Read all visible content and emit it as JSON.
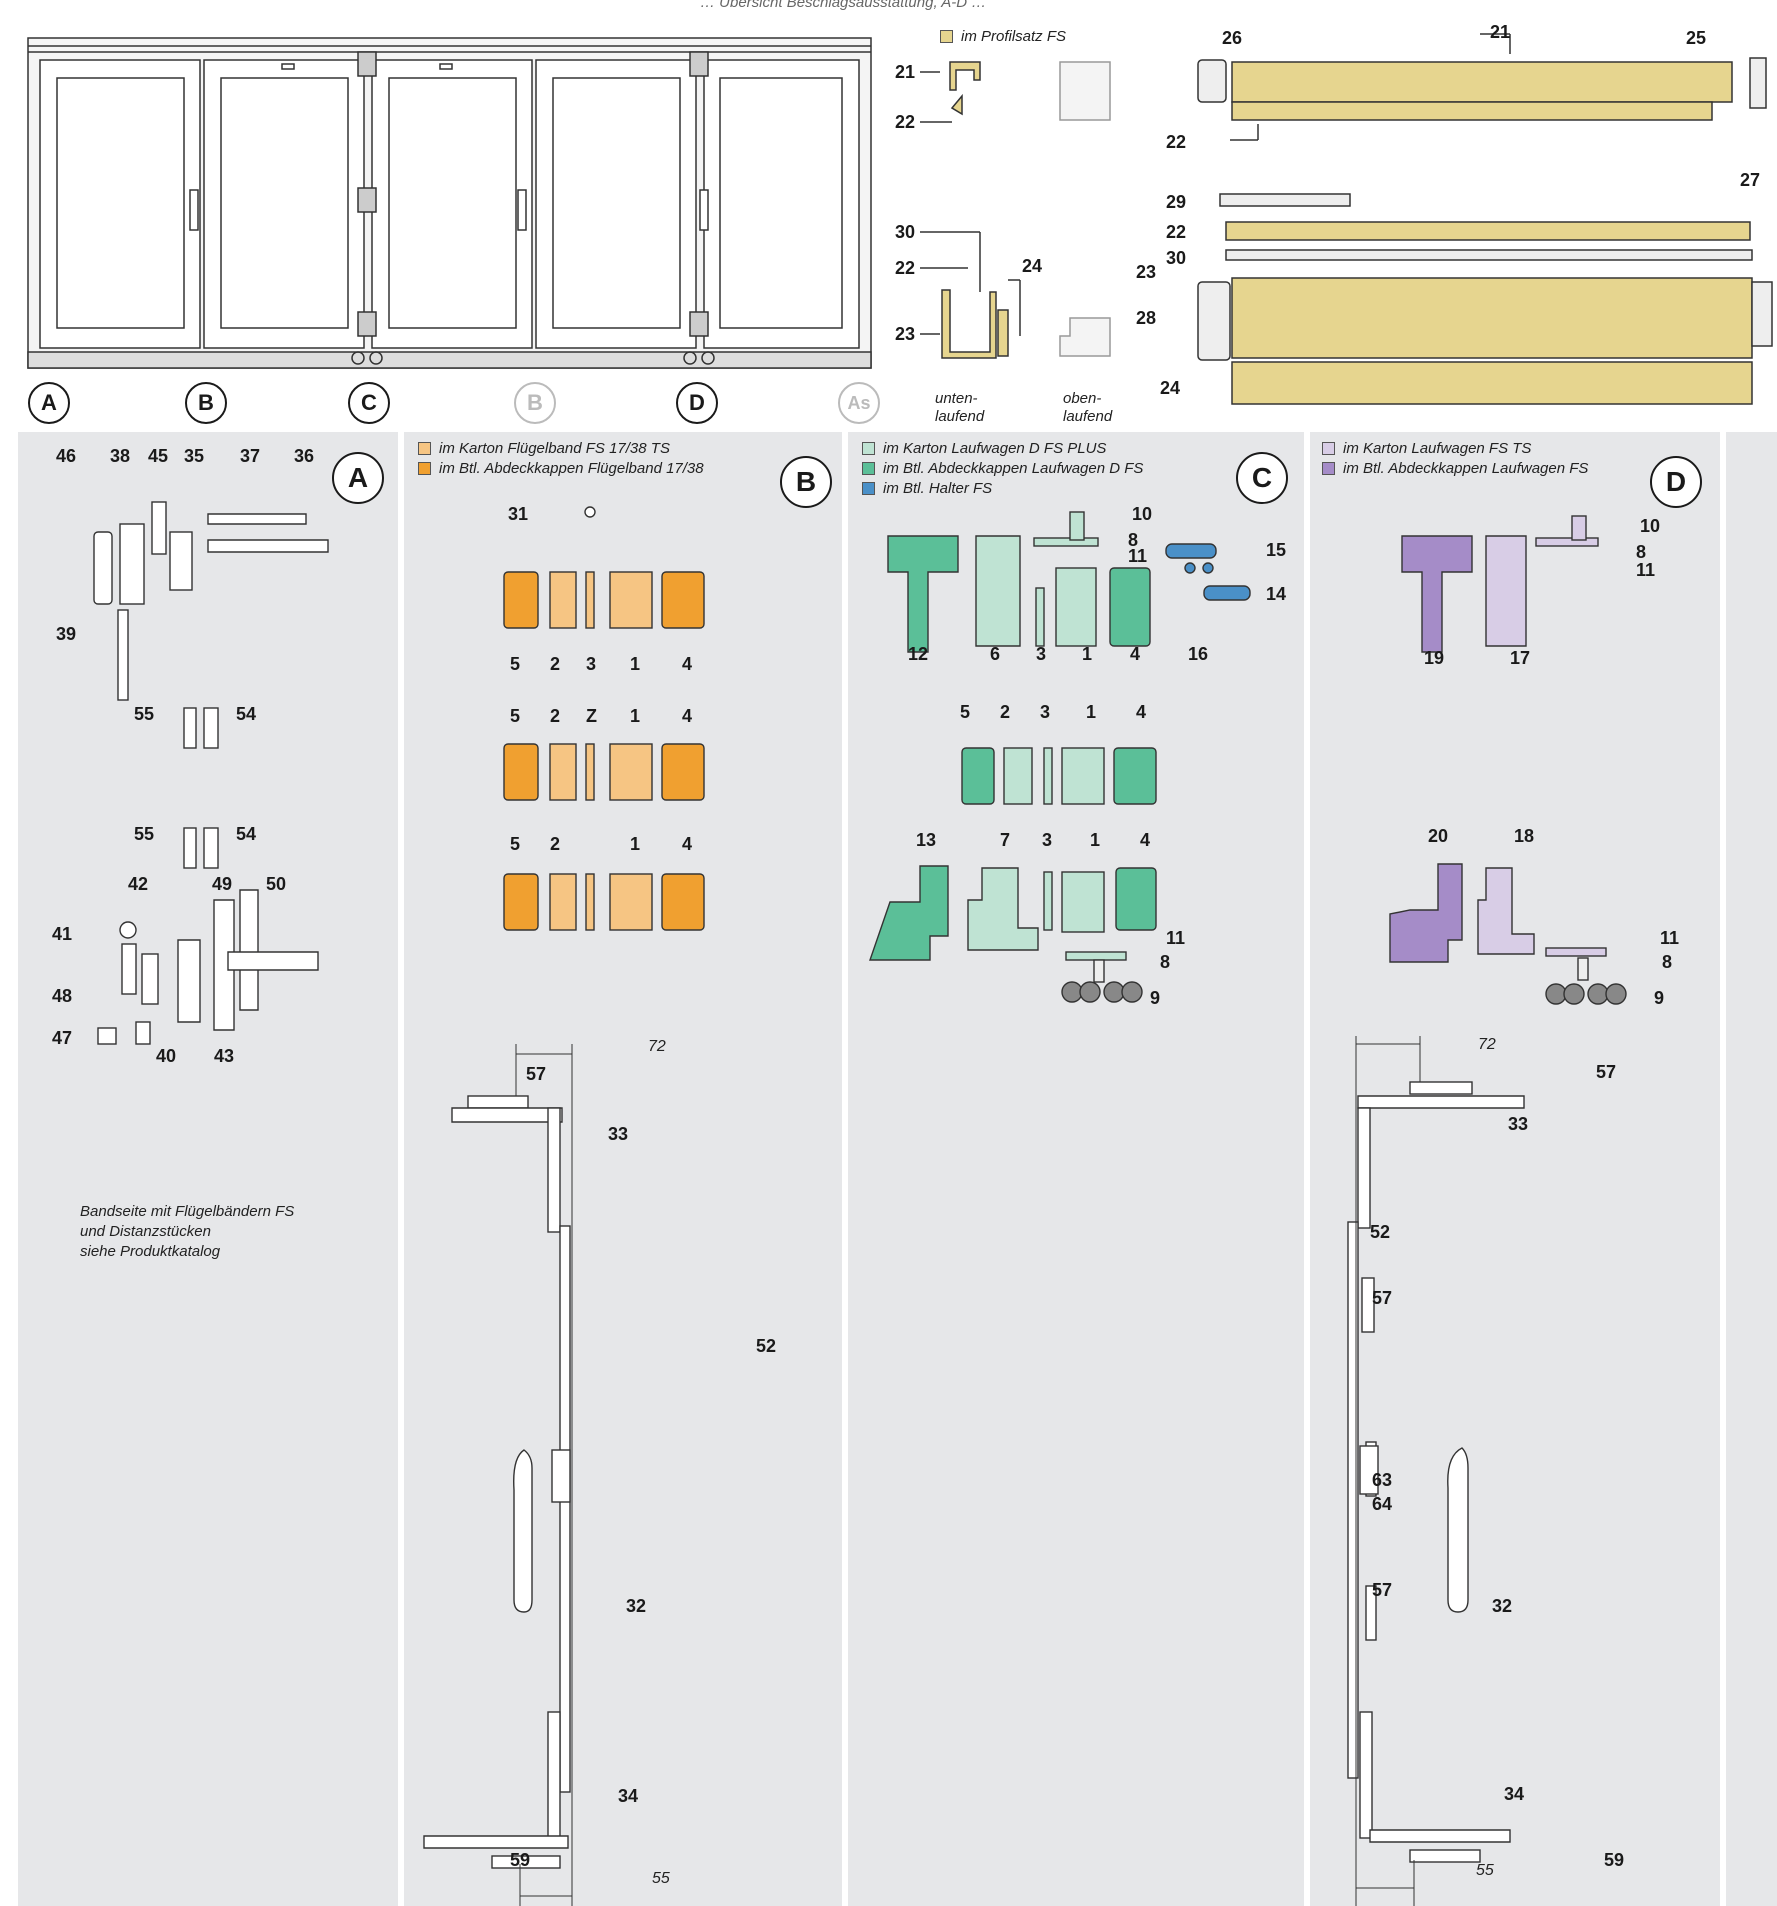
{
  "top_cropped_title": "… Übersicht Beschlagsausstattung, A-D …",
  "position_markers": [
    {
      "key": "A",
      "label": "A"
    },
    {
      "key": "B",
      "label": "B"
    },
    {
      "key": "C",
      "label": "C"
    },
    {
      "key": "B2",
      "label": "B"
    },
    {
      "key": "D",
      "label": "D"
    },
    {
      "key": "As",
      "label": "As"
    }
  ],
  "profile": {
    "legend": "im Profilsatz FS",
    "legend_color": "#e6d58f",
    "unten": "unten-\nlaufend",
    "oben": "oben-\nlaufend",
    "labels": [
      "21",
      "22",
      "30",
      "22",
      "23",
      "24"
    ],
    "right_labels": [
      "26",
      "21",
      "25",
      "22",
      "29",
      "27",
      "22",
      "30",
      "23",
      "28",
      "24"
    ]
  },
  "panelA": {
    "marker": "A",
    "labels": [
      "46",
      "38",
      "45",
      "35",
      "37",
      "36",
      "39",
      "55",
      "54",
      "55",
      "54",
      "42",
      "49",
      "50",
      "41",
      "48",
      "47",
      "40",
      "43"
    ],
    "note": "Bandseite mit Flügelbändern FS\nund Distanzstücken\nsiehe Produktkatalog"
  },
  "panelB": {
    "marker": "B",
    "legend": [
      {
        "text": "im Karton Flügelband FS 17/38 TS",
        "color": "#f6c583"
      },
      {
        "text": "im Btl. Abdeckkappen Flügelband 17/38",
        "color": "#f0a030"
      }
    ],
    "label31": "31",
    "row1": [
      "5",
      "2",
      "3",
      "1",
      "4"
    ],
    "row2": [
      "5",
      "2",
      "Z",
      "1",
      "4"
    ],
    "row3": [
      "5",
      "2",
      "1",
      "4"
    ],
    "lower": [
      "57",
      "72",
      "33",
      "52",
      "32",
      "34",
      "59",
      "55"
    ],
    "part_colors": {
      "cap": "#f0a030",
      "light": "#f6c583"
    }
  },
  "panelC": {
    "marker": "C",
    "legend": [
      {
        "text": "im Karton Laufwagen D FS PLUS",
        "color": "#bfe3d3"
      },
      {
        "text": "im Btl. Abdeckkappen Laufwagen D FS",
        "color": "#5bbf98"
      },
      {
        "text": "im Btl. Halter FS",
        "color": "#4a90c8"
      }
    ],
    "top_labels": [
      "10",
      "8",
      "11",
      "15",
      "14",
      "16",
      "12",
      "6",
      "3",
      "1",
      "4"
    ],
    "row2": [
      "5",
      "2",
      "3",
      "1",
      "4"
    ],
    "row3": [
      "13",
      "7",
      "3",
      "1",
      "4",
      "11",
      "8",
      "9"
    ]
  },
  "panelD": {
    "marker": "D",
    "legend": [
      {
        "text": "im Karton Laufwagen FS TS",
        "color": "#d8cde6"
      },
      {
        "text": "im Btl. Abdeckkappen Laufwagen FS",
        "color": "#a58cc8"
      }
    ],
    "top_labels": [
      "10",
      "8",
      "11",
      "19",
      "17"
    ],
    "row2": [
      "20",
      "18",
      "11",
      "8",
      "9"
    ],
    "lower": [
      "72",
      "57",
      "33",
      "52",
      "57",
      "63",
      "64",
      "57",
      "32",
      "34",
      "59",
      "55"
    ]
  }
}
